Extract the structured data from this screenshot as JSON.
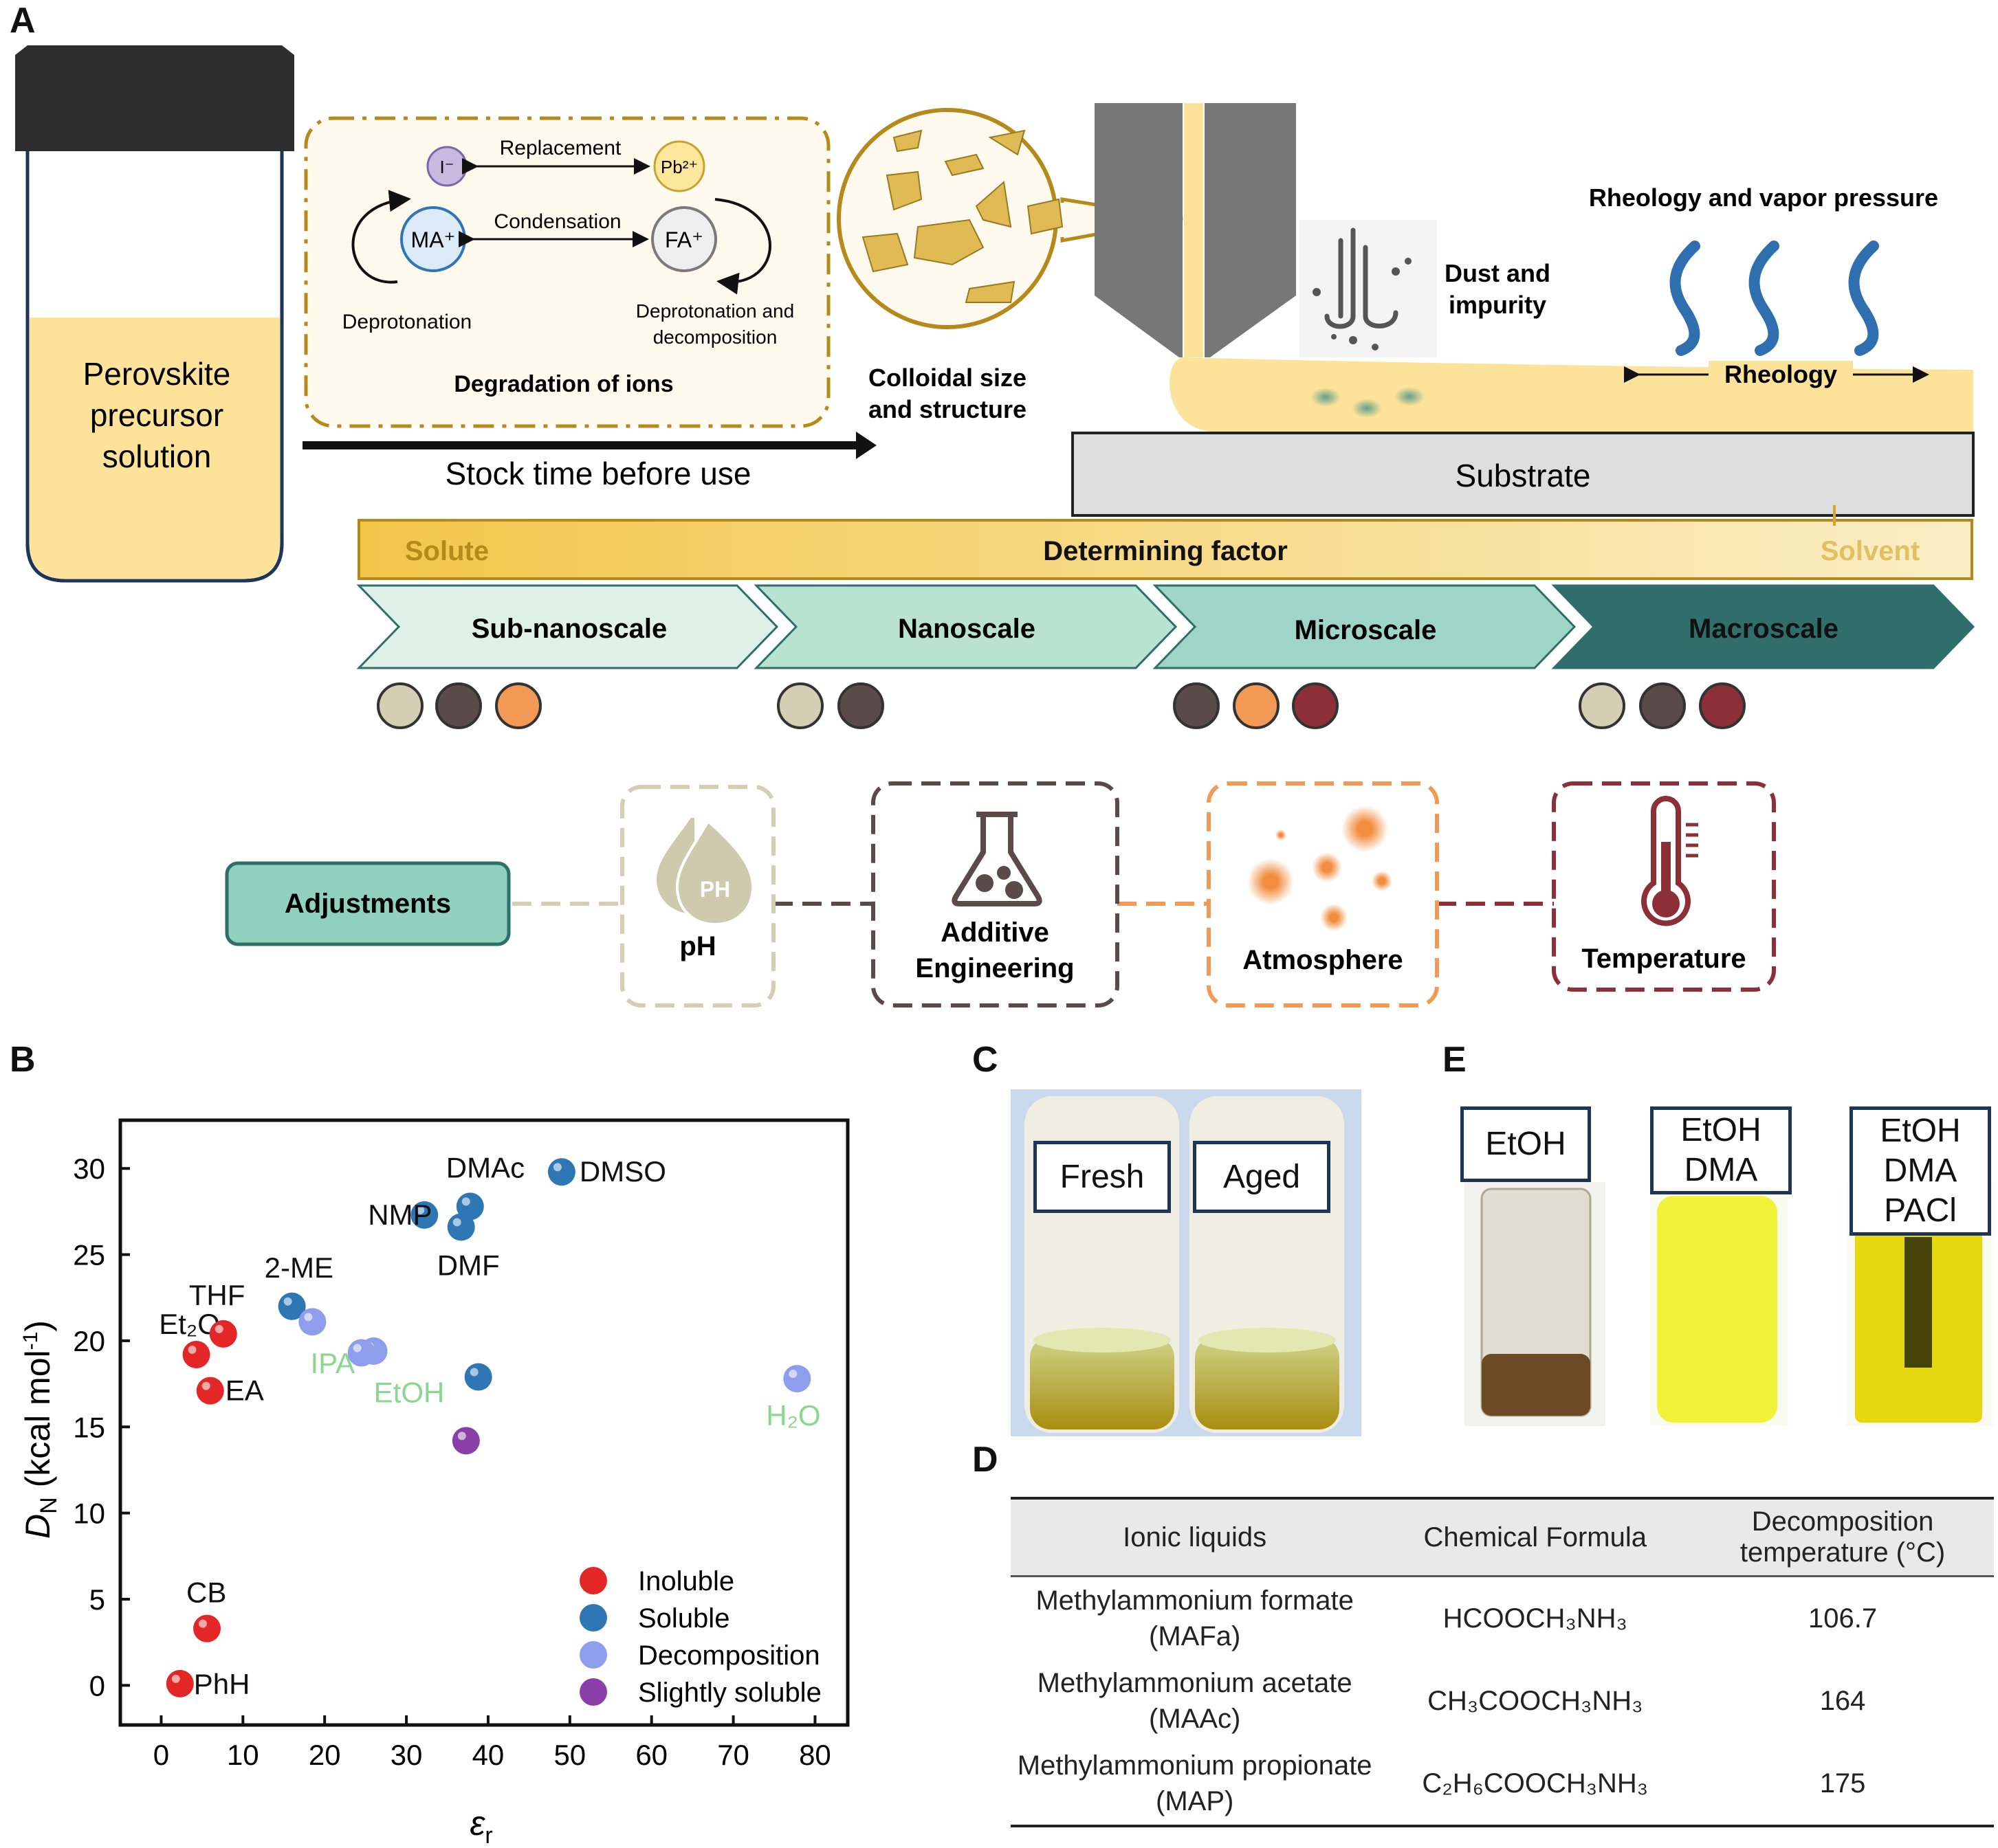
{
  "panels": {
    "a": "A",
    "b": "B",
    "c": "C",
    "d": "D",
    "e": "E"
  },
  "panel_a": {
    "vial_label": [
      "Perovskite",
      "precursor",
      "solution"
    ],
    "degradation_box": {
      "title": "Degradation of ions",
      "replacement": "Replacement",
      "condensation": "Condensation",
      "ion_i": "I⁻",
      "ion_pb": "Pb²⁺",
      "ion_ma": "MA⁺",
      "ion_fa": "FA⁺",
      "deprotonation": "Deprotonation",
      "deprot_decomp": [
        "Deprotonation and",
        "decomposition"
      ]
    },
    "stock_time": "Stock time before use",
    "colloidal": [
      "Colloidal size",
      "and structure"
    ],
    "dust": [
      "Dust and",
      "impurity"
    ],
    "rheology_vapor": "Rheology and vapor pressure",
    "rheology": "Rheology",
    "substrate": "Substrate",
    "factor_bar": {
      "left": "Solute",
      "center": "Determining factor",
      "right": "Solvent"
    },
    "scales": [
      "Sub-nanoscale",
      "Nanoscale",
      "Microscale",
      "Macroscale"
    ],
    "adjustments": "Adjustments",
    "ph_icon_text": "PH",
    "adj_items": [
      "pH",
      "Additive",
      "Engineering",
      "Atmosphere",
      "Temperature"
    ],
    "colors": {
      "ph": "#d4ceb4",
      "additive": "#5a4a4a",
      "atmosphere": "#f29a55",
      "temperature": "#8c2f36",
      "teal": "#8fd1bd",
      "gold": "#b58a1a"
    }
  },
  "panel_b": {
    "ylabel_main": "D",
    "ylabel_sub": "N",
    "ylabel_rest": " (kcal mol",
    "ylabel_sup": "-1",
    "ylabel_end": ")",
    "xlabel_main": "ε",
    "xlabel_sub": "r",
    "legend": [
      "Inoluble",
      "Soluble",
      "Decomposition",
      "Slightly soluble"
    ]
  },
  "chart_data": {
    "type": "scatter",
    "xlim": [
      -5,
      84
    ],
    "ylim": [
      -2.3,
      32.8
    ],
    "xticks": [
      0,
      10,
      20,
      30,
      40,
      50,
      60,
      70,
      80
    ],
    "yticks": [
      0,
      5,
      10,
      15,
      20,
      25,
      30
    ],
    "legend_position": "bottom-right",
    "colors": {
      "insoluble": "#e32626",
      "soluble": "#2f77b4",
      "decomposition": "#8f9eec",
      "slight": "#8a3fa8"
    },
    "points": [
      {
        "label": "PhH",
        "x": 2.3,
        "y": 0.1,
        "cls": "insoluble"
      },
      {
        "label": "CB",
        "x": 5.6,
        "y": 3.3,
        "cls": "insoluble"
      },
      {
        "label": "Et₂O",
        "x": 4.3,
        "y": 19.2,
        "cls": "insoluble"
      },
      {
        "label": "THF",
        "x": 7.6,
        "y": 20.4,
        "cls": "insoluble"
      },
      {
        "label": "EA",
        "x": 6.0,
        "y": 17.1,
        "cls": "insoluble"
      },
      {
        "label": "2-ME",
        "x": 16.0,
        "y": 22.0,
        "cls": "soluble"
      },
      {
        "label": "NMP",
        "x": 32.2,
        "y": 27.3,
        "cls": "soluble"
      },
      {
        "label": "DMF",
        "x": 36.7,
        "y": 26.6,
        "cls": "soluble"
      },
      {
        "label": "DMAc",
        "x": 37.8,
        "y": 27.8,
        "cls": "soluble"
      },
      {
        "label": "",
        "x": 38.8,
        "y": 17.9,
        "cls": "soluble"
      },
      {
        "label": "DMSO",
        "x": 49.0,
        "y": 29.8,
        "cls": "soluble"
      },
      {
        "label": "",
        "x": 18.5,
        "y": 21.1,
        "cls": "decomposition"
      },
      {
        "label": "IPA",
        "x": 26.0,
        "y": 19.4,
        "cls": "decomposition"
      },
      {
        "label": "EtOH",
        "x": 24.5,
        "y": 19.3,
        "cls": "decomposition"
      },
      {
        "label": "H₂O",
        "x": 77.8,
        "y": 17.8,
        "cls": "decomposition"
      },
      {
        "label": "",
        "x": 37.3,
        "y": 14.2,
        "cls": "slight"
      }
    ]
  },
  "panel_c": {
    "fresh": "Fresh",
    "aged": "Aged"
  },
  "panel_e": {
    "labels": [
      [
        "EtOH"
      ],
      [
        "EtOH",
        "DMA"
      ],
      [
        "EtOH",
        "DMA",
        "PACl"
      ]
    ]
  },
  "panel_d": {
    "headers": [
      "Ionic liquids",
      "Chemical Formula",
      "Decomposition temperature (°C)"
    ],
    "rows": [
      {
        "name": "Methylammonium formate (MAFa)",
        "formula": "HCOOCH₃NH₃",
        "temp": "106.7"
      },
      {
        "name": "Methylammonium acetate (MAAc)",
        "formula": "CH₃COOCH₃NH₃",
        "temp": "164"
      },
      {
        "name": "Methylammonium propionate (MAP)",
        "formula": "C₂H₆COOCH₃NH₃",
        "temp": "175"
      }
    ]
  }
}
